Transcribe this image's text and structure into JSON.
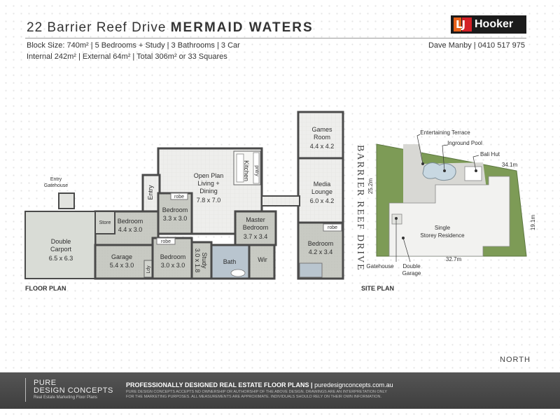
{
  "header": {
    "address": "22 Barrier Reef Drive",
    "suburb": "MERMAID WATERS",
    "specs_line_1": "Block Size: 740m²   |   5 Bedrooms + Study   |   3 Bathrooms   |  3 Car",
    "specs_line_2": "Internal 242m² |   External 64m²   |   Total 306m² or 33 Squares",
    "agent": "Dave Manby | 0410 517 975"
  },
  "logo": {
    "mark": "LJ",
    "name": "Hooker"
  },
  "floor_plan": {
    "label": "FLOOR PLAN",
    "rooms": {
      "games_room": {
        "name": "Games\nRoom",
        "size": "4.4 x 4.2"
      },
      "media_lounge": {
        "name": "Media\nLounge",
        "size": "6.0 x 4.2"
      },
      "open_plan": {
        "name": "Open Plan\nLiving +\nDining",
        "size": "7.8 x 7.0"
      },
      "kitchen": {
        "name": "Kitchen"
      },
      "pantry": {
        "name": "pntry"
      },
      "entry": {
        "name": "Entry"
      },
      "entry_gatehouse": {
        "name": "Entry\nGatehouse"
      },
      "bedroom_west": {
        "name": "Bedroom",
        "size": "4.4 x 3.0"
      },
      "store": {
        "name": "Store"
      },
      "robe_1": {
        "name": "robe"
      },
      "bedroom_mid": {
        "name": "Bedroom",
        "size": "3.3 x 3.0"
      },
      "master_bedroom": {
        "name": "Master\nBedroom",
        "size": "3.7 x 3.4"
      },
      "robe_2": {
        "name": "robe"
      },
      "bedroom_east": {
        "name": "Bedroom",
        "size": "4.2 x 3.4"
      },
      "double_carport": {
        "name": "Double\nCarport",
        "size": "6.5 x 6.3"
      },
      "garage": {
        "name": "Garage",
        "size": "5.4 x 3.0"
      },
      "laundry": {
        "name": "Ldy"
      },
      "robe_3": {
        "name": "robe"
      },
      "bedroom_south": {
        "name": "Bedroom",
        "size": "3.0 x 3.0"
      },
      "study": {
        "name": "Study",
        "size": "3.0 x 1.8"
      },
      "bath": {
        "name": "Bath"
      },
      "wir": {
        "name": "Wir"
      }
    }
  },
  "site_plan": {
    "label": "SITE PLAN",
    "street": "BARRIER REEF DRIVE",
    "labels": {
      "entertaining_terrace": "Entertaining Terrace",
      "inground_pool": "Inground Pool",
      "bali_hut": "Bali Hut",
      "residence": "Single\nStorey Residence",
      "gatehouse": "Gatehouse",
      "double_garage": "Double\nGarage"
    },
    "dimensions": {
      "north_boundary": "34.1m",
      "east_boundary": "19.1m",
      "south_boundary": "32.7m",
      "west_boundary": "25.2m"
    },
    "north": "NORTH"
  },
  "footer": {
    "brand_line_1": "PURE",
    "brand_line_2": "DESIGN CONCEPTS",
    "brand_tagline": "Real Estate Marketing Floor Plans",
    "headline": "PROFESSIONALLY DESIGNED REAL ESTATE FLOOR PLANS",
    "website": "puredesignconcepts.com.au",
    "disclaimer_1": "PURE DESIGN CONCEPTS ACCEPTS NO OWNERSHIP OR AUTHORSHIP OF THE ABOVE DESIGN. DRAWINGS ARE AN INTERPRETATION ONLY",
    "disclaimer_2": "FOR THE MARKETING PURPOSES. ALL MEASUREMENTS ARE APPROXIMATE. INDIVIDUALS SHOULD RELY ON THEIR OWN INFORMATION."
  },
  "colors": {
    "wall": "#4a4a4a",
    "floor": "#e9e9e7",
    "room_dark": "#c9cbc4",
    "carport": "#d9dcd6",
    "wet_area": "#b9c5cf",
    "lawn": "#7d9b56",
    "paving": "#d8d8d4",
    "pool": "#c8d8e2",
    "footer_bg": "#454545",
    "logo_orange": "#e8611a",
    "logo_red": "#d41f26"
  }
}
